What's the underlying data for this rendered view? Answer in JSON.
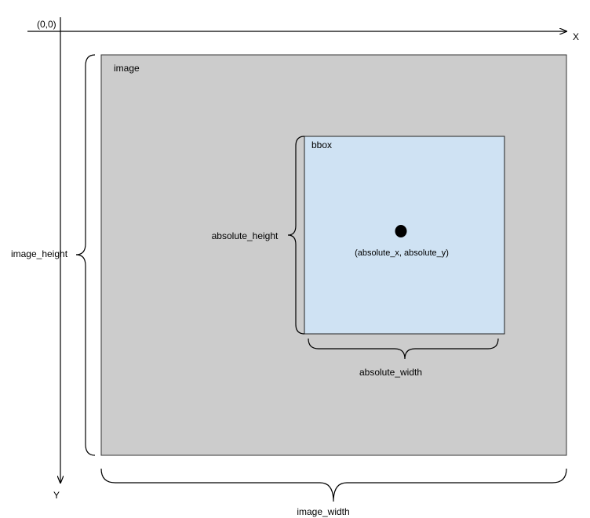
{
  "origin_label": "(0,0)",
  "x_axis_label": "X",
  "y_axis_label": "Y",
  "image": {
    "label": "image",
    "fill": "#cccccc",
    "border": "#333333"
  },
  "bbox": {
    "label": "bbox",
    "fill": "#cfe2f3",
    "border": "#222222"
  },
  "center_point_label": "(absolute_x, absolute_y)",
  "dimensions": {
    "image_height_label": "image_height",
    "image_width_label": "image_width",
    "absolute_height_label": "absolute_height",
    "absolute_width_label": "absolute_width"
  }
}
